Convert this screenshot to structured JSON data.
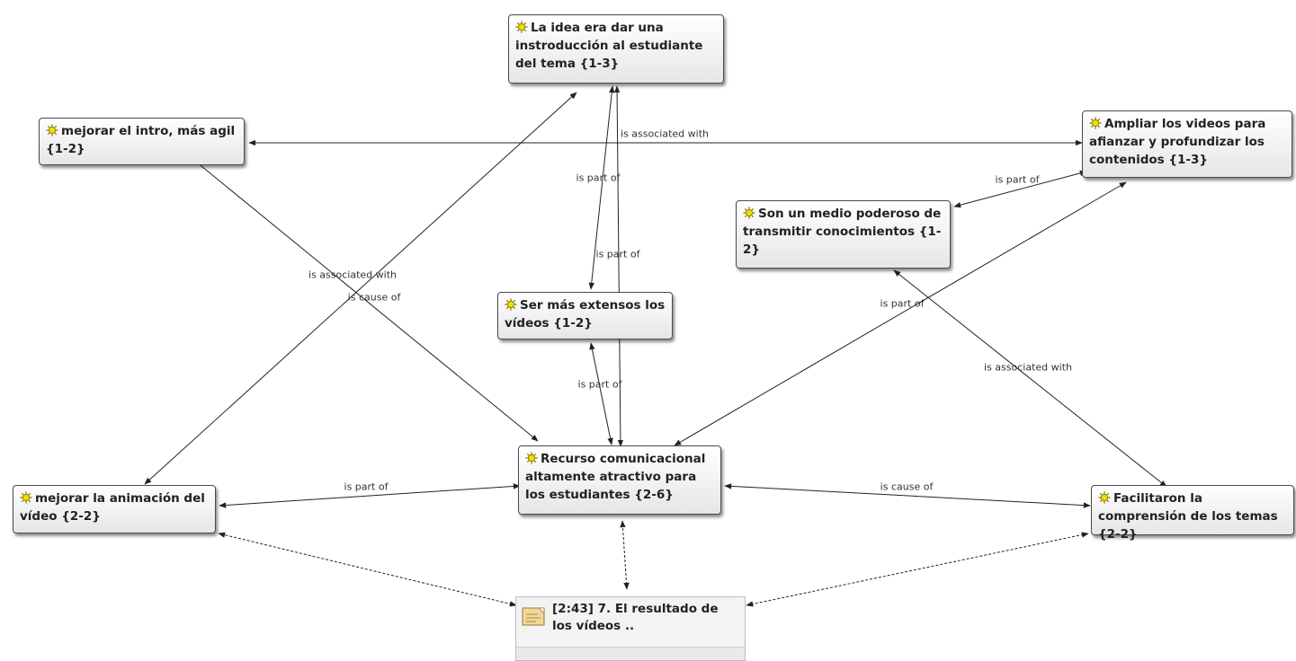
{
  "nodes": {
    "idea": {
      "label": "La idea era dar una instroducción al estudiante del tema {1-3}"
    },
    "intro": {
      "label": "mejorar el intro, más agil {1-2}"
    },
    "ampliar": {
      "label": "Ampliar los videos para afianzar y profundizar los contenidos {1-3}"
    },
    "medio": {
      "label": "Son un medio poderoso de transmitir conocimientos {1-2}"
    },
    "extensos": {
      "label": "Ser más extensos los vídeos {1-2}"
    },
    "recurso": {
      "label": "Recurso comunicacional altamente atractivo para los estudiantes {2-6}"
    },
    "animacion": {
      "label": "mejorar la animación del vídeo {2-2}"
    },
    "facilitaron": {
      "label": "Facilitaron la comprensión de los temas {2-2}"
    },
    "quote": {
      "label": "[2:43] 7. El resultado de los vídeos .."
    }
  },
  "edge_labels": {
    "intro_ampliar": "is associated with",
    "extensos_idea": "is part of",
    "recurso_idea": "is part of",
    "ampliar_medio": "is part of",
    "animacion_idea": "is associated with",
    "recurso_intro": "is cause of",
    "recurso_ampliar": "is part of",
    "recurso_extensos": "is part of",
    "facilitaron_medio": "is associated with",
    "recurso_animacion": "is part of",
    "recurso_facilitaron": "is cause of"
  },
  "colors": {
    "sun": "#f0e000",
    "sun_stroke": "#8a7a00",
    "edge": "#222222",
    "doc_icon": "#f2d79a"
  },
  "icons": {
    "concept": "sun-icon",
    "quotation": "document-icon"
  }
}
